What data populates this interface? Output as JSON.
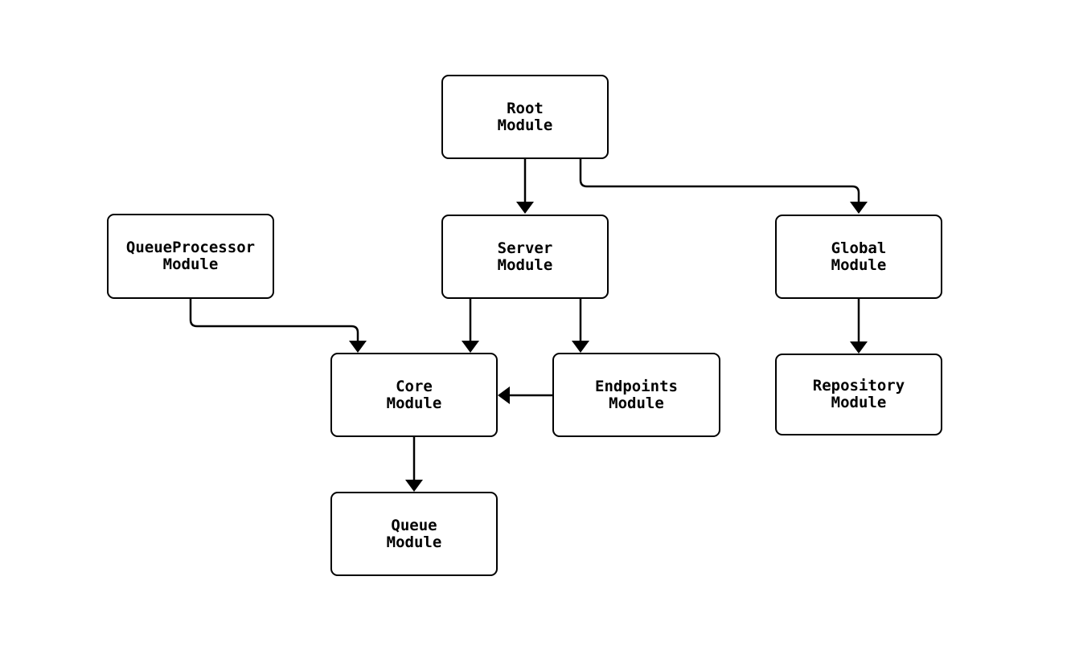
{
  "diagram": {
    "type": "module-dependency-flowchart",
    "direction": "top-down",
    "background_color": "#ffffff",
    "node_fill_color": "#ffffff",
    "stroke_color": "#000000",
    "nodes": [
      {
        "id": "root",
        "label": "Root\nModule"
      },
      {
        "id": "queue-processor",
        "label": "QueueProcessor\nModule"
      },
      {
        "id": "server",
        "label": "Server\nModule"
      },
      {
        "id": "global",
        "label": "Global\nModule"
      },
      {
        "id": "core",
        "label": "Core\nModule"
      },
      {
        "id": "endpoints",
        "label": "Endpoints\nModule"
      },
      {
        "id": "repository",
        "label": "Repository\nModule"
      },
      {
        "id": "queue",
        "label": "Queue\nModule"
      }
    ],
    "edges": [
      {
        "from": "root",
        "to": "server"
      },
      {
        "from": "root",
        "to": "global"
      },
      {
        "from": "queue-processor",
        "to": "core"
      },
      {
        "from": "server",
        "to": "core"
      },
      {
        "from": "server",
        "to": "endpoints"
      },
      {
        "from": "endpoints",
        "to": "core"
      },
      {
        "from": "core",
        "to": "queue"
      },
      {
        "from": "global",
        "to": "repository"
      }
    ]
  }
}
